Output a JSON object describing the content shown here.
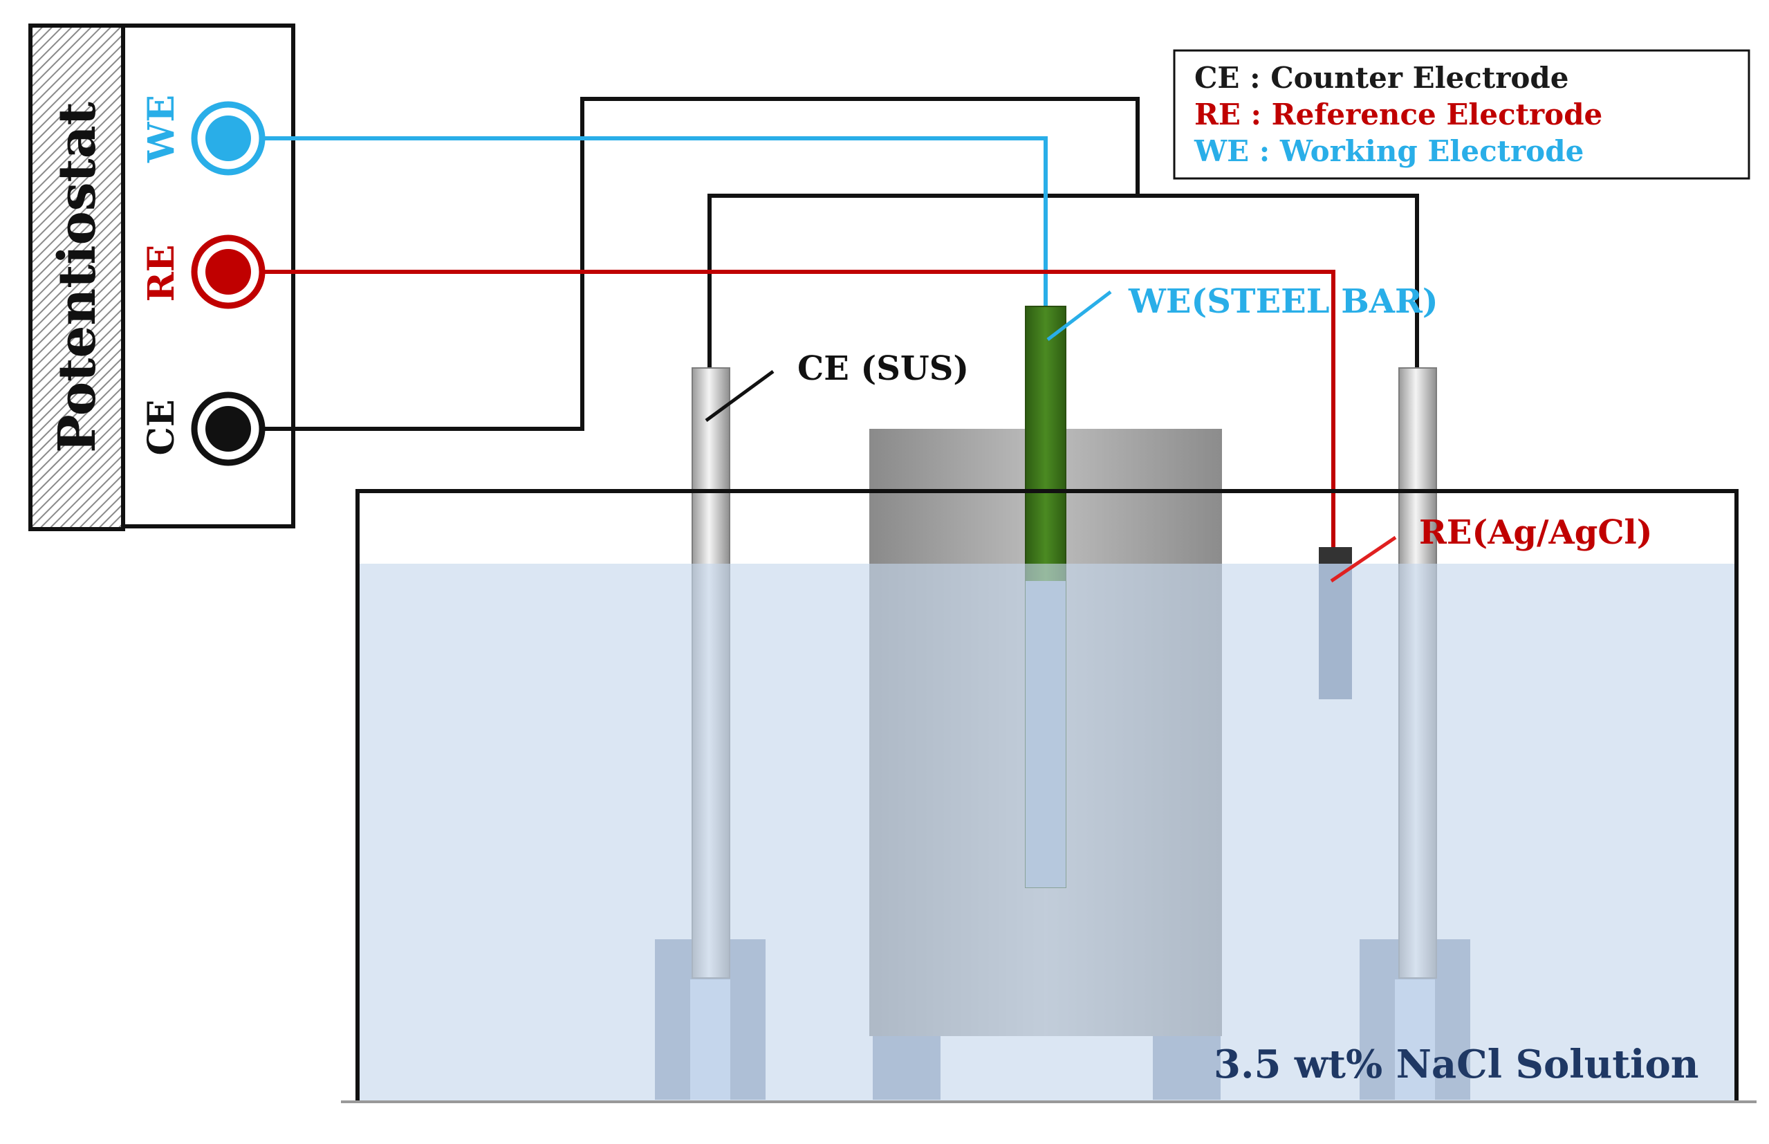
{
  "potentiostat": {
    "label": "Potentiostat",
    "terminals": [
      {
        "id": "we",
        "label": "WE",
        "color": "#29aee8"
      },
      {
        "id": "re",
        "label": "RE",
        "color": "#c00000"
      },
      {
        "id": "ce",
        "label": "CE",
        "color": "#000000"
      }
    ]
  },
  "legend": {
    "items": [
      {
        "text": "CE : Counter Electrode",
        "color": "#1a1a1a"
      },
      {
        "text": "RE : Reference Electrode",
        "color": "#c00000"
      },
      {
        "text": "WE : Working Electrode",
        "color": "#29aee8"
      }
    ]
  },
  "labels": {
    "ce_sus": "CE (SUS)",
    "we_steel_bar": "WE(STEEL BAR)",
    "re_agagcl": "RE(Ag/AgCl)",
    "solution": "3.5 wt% NaCl Solution"
  },
  "colors": {
    "we_wire": "#29aee8",
    "re_wire": "#c00000",
    "ce_wire": "#111111",
    "solution": "#c5d6ec",
    "solution_text": "#1f3864",
    "steel_bar": "#3f7a1a"
  }
}
